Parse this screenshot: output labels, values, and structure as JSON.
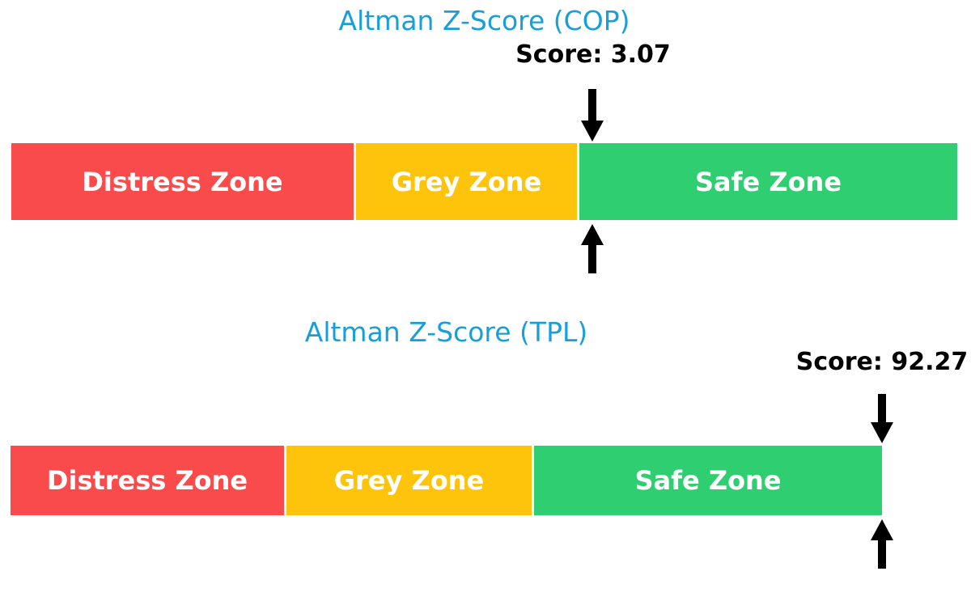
{
  "colors": {
    "title_blue": "#189FD7",
    "distress_red": "#F94B4B",
    "grey_yellow": "#FEC40B",
    "safe_green": "#2FCE71",
    "arrow_black": "#000000",
    "zone_label_white": "#FFFFFF",
    "score_black": "#000000",
    "background": "#FFFFFF"
  },
  "chart_data": [
    {
      "type": "zone-bar",
      "title": "Altman Z-Score (COP)",
      "score": 3.07,
      "score_label": "Score: 3.07",
      "marker": "double-arrow-at-score-position",
      "legend": "none",
      "zones": [
        {
          "label": "Distress Zone",
          "color": "#F94B4B",
          "width_css": "423px",
          "width_fraction": 0.36
        },
        {
          "label": "Grey Zone",
          "color": "#FEC40B",
          "width_css": "273px",
          "width_fraction": 0.23
        },
        {
          "label": "Safe Zone",
          "color": "#2FCE71",
          "width_css": "467px",
          "width_fraction": 0.4
        }
      ]
    },
    {
      "type": "zone-bar",
      "title": "Altman Z-Score (TPL)",
      "score": 92.27,
      "score_label": "Score: 92.27",
      "marker": "double-arrow-at-bar-right-edge",
      "legend": "none",
      "zones": [
        {
          "label": "Distress Zone",
          "color": "#F94B4B",
          "width_css": "338px",
          "width_fraction": 0.31
        },
        {
          "label": "Grey Zone",
          "color": "#FEC40B",
          "width_css": "303px",
          "width_fraction": 0.28
        },
        {
          "label": "Safe Zone",
          "color": "#2FCE71",
          "width_css": "430px",
          "width_fraction": 0.4
        }
      ]
    }
  ]
}
